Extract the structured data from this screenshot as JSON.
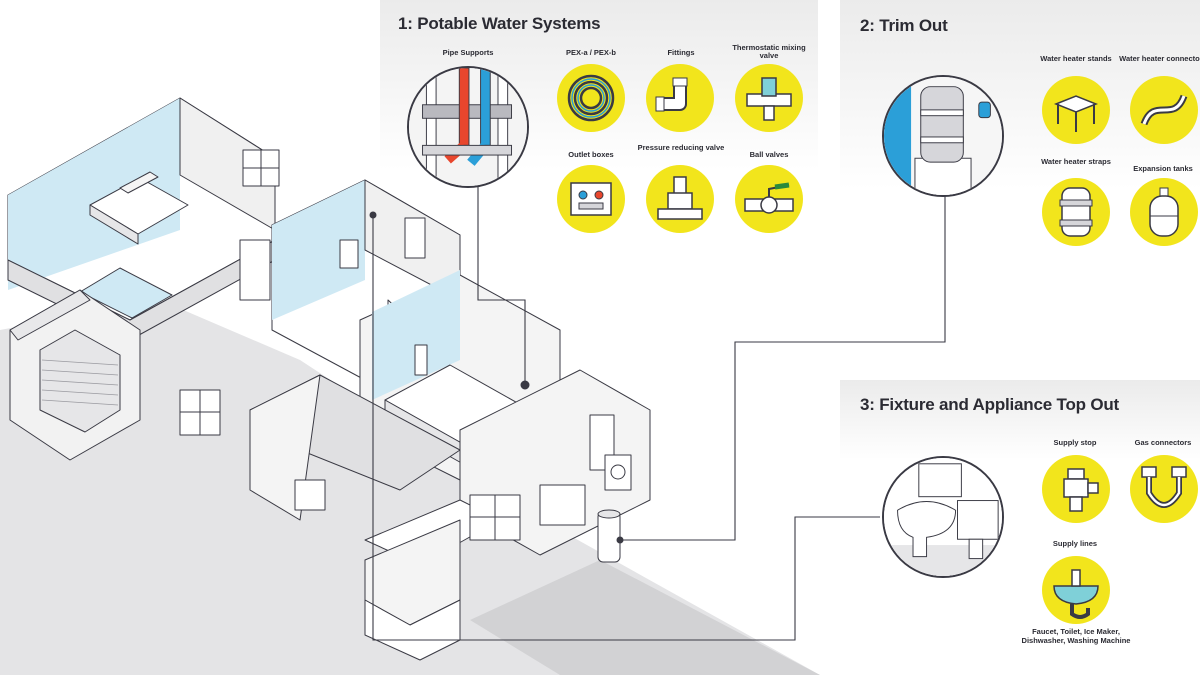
{
  "sections": [
    {
      "title": "1: Potable Water Systems",
      "items": [
        {
          "label": "Pipe Supports",
          "icon": "pipe-supports-icon"
        },
        {
          "label": "PEX-a / PEX-b",
          "icon": "pex-coil-icon"
        },
        {
          "label": "Fittings",
          "icon": "elbow-fitting-icon"
        },
        {
          "label": "Thermostatic mixing valve",
          "icon": "mixing-valve-icon"
        },
        {
          "label": "Outlet boxes",
          "icon": "outlet-box-icon"
        },
        {
          "label": "Pressure reducing valve",
          "icon": "pressure-valve-icon"
        },
        {
          "label": "Ball valves",
          "icon": "ball-valve-icon"
        }
      ]
    },
    {
      "title": "2: Trim Out",
      "items": [
        {
          "label": "Water heater stands",
          "icon": "heater-stand-icon"
        },
        {
          "label": "Water heater connectors",
          "icon": "heater-connector-icon"
        },
        {
          "label": "Water heater straps",
          "icon": "heater-strap-icon"
        },
        {
          "label": "Expansion tanks",
          "icon": "expansion-tank-icon"
        }
      ]
    },
    {
      "title": "3: Fixture and Appliance Top Out",
      "items": [
        {
          "label": "Supply stop",
          "icon": "supply-stop-icon"
        },
        {
          "label": "Gas connectors",
          "icon": "gas-connector-icon"
        },
        {
          "label": "Supply lines",
          "icon": "supply-lines-icon"
        }
      ],
      "supply_lines_caption": "Faucet, Toilet, Ice Maker, Dishwasher, Washing Machine"
    }
  ],
  "colors": {
    "accent_yellow": "#f2e51c",
    "water_blue": "#cde9f4",
    "pipe_blue": "#2b9fd8",
    "pipe_red": "#e8462d",
    "ink": "#2b2b33",
    "panel_grey": "#ebebeb"
  }
}
